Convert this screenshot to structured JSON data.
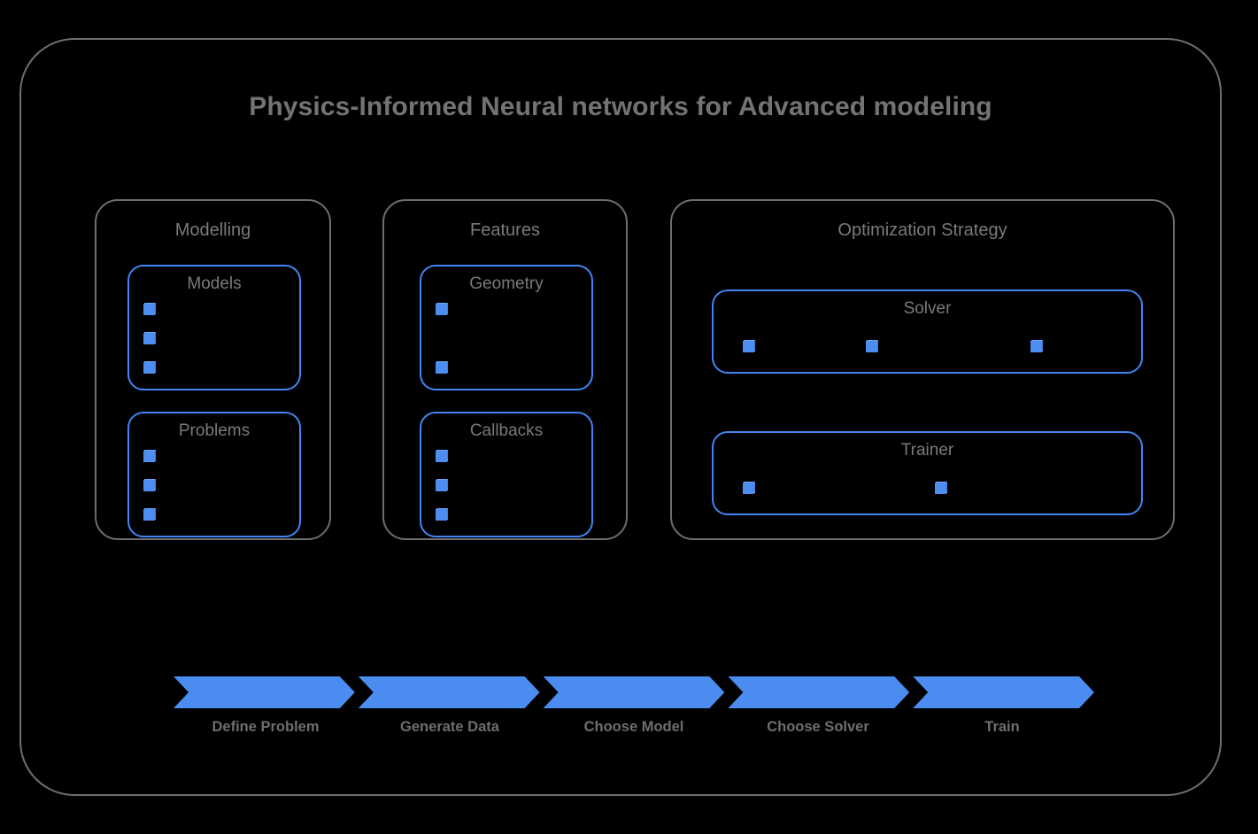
{
  "diagram": {
    "title": "Physics-Informed Neural networks for Advanced modeling",
    "colors": {
      "background": "#000000",
      "outer_border": "#6e6e6e",
      "group_border": "#6e6e6e",
      "card_border": "#4285f4",
      "accent_blue": "#4a8cf0",
      "title_text": "#737373",
      "label_text": "#7a7a7a"
    },
    "groups": [
      {
        "label": "Modelling",
        "layout": "vertical",
        "cards": [
          {
            "label": "Models",
            "orientation": "vertical",
            "item_count": 3,
            "items": [
              "",
              "",
              ""
            ]
          },
          {
            "label": "Problems",
            "orientation": "vertical",
            "item_count": 3,
            "items": [
              "",
              "",
              ""
            ]
          }
        ]
      },
      {
        "label": "Features",
        "layout": "vertical",
        "cards": [
          {
            "label": "Geometry",
            "orientation": "vertical",
            "item_count": 2,
            "items": [
              "",
              ""
            ]
          },
          {
            "label": "Callbacks",
            "orientation": "vertical",
            "item_count": 3,
            "items": [
              "",
              "",
              ""
            ]
          }
        ]
      },
      {
        "label": "Optimization Strategy",
        "layout": "wide",
        "cards": [
          {
            "label": "Solver",
            "orientation": "horizontal",
            "item_count": 3,
            "items": [
              "",
              "",
              ""
            ]
          },
          {
            "label": "Trainer",
            "orientation": "horizontal",
            "item_count": 2,
            "items": [
              "",
              ""
            ]
          }
        ]
      }
    ],
    "process": {
      "steps": [
        {
          "label": "Define Problem"
        },
        {
          "label": "Generate Data"
        },
        {
          "label": "Choose Model"
        },
        {
          "label": "Choose Solver"
        },
        {
          "label": "Train"
        }
      ]
    }
  }
}
